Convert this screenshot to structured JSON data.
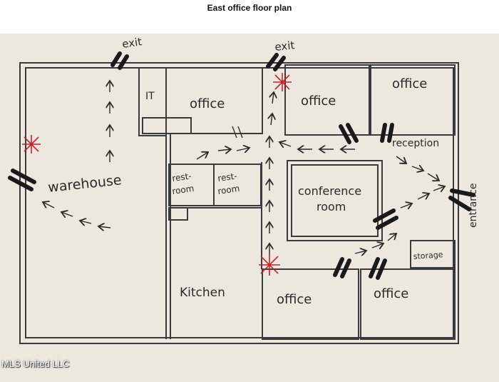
{
  "title": "East office floor plan",
  "watermark": "MLS United LLC",
  "labels": {
    "exit_left": "exit",
    "exit_top": "exit",
    "it": "IT",
    "office_top_left": "office",
    "office_top_middle": "office",
    "office_top_right": "office",
    "warehouse": "warehouse",
    "restroom_1_line1": "rest-",
    "restroom_1_line2": "room",
    "restroom_2_line1": "rest-",
    "restroom_2_line2": "room",
    "conference_line1": "conference",
    "conference_line2": "room",
    "reception": "reception",
    "entrance": "entrance",
    "storage": "storage",
    "kitchen": "Kitchen",
    "office_bottom_middle": "office",
    "office_bottom_right": "office"
  },
  "colors": {
    "paper": "#ece8e0",
    "ink": "#2a2a2a",
    "marker": "#1a1a1a",
    "fire_extinguisher": "#c8202a"
  }
}
